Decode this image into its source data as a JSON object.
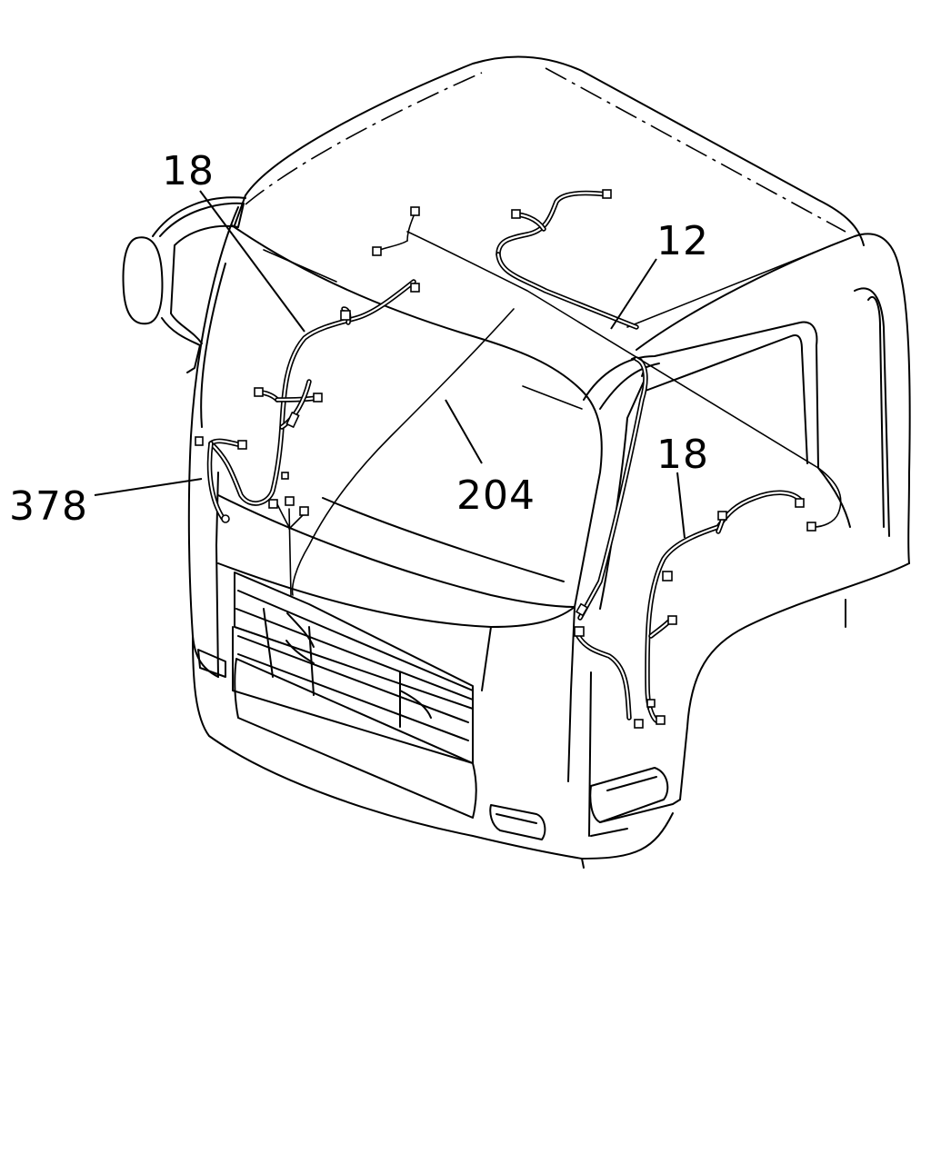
{
  "diagram": {
    "callouts": [
      {
        "id": "c18a",
        "text": "18"
      },
      {
        "id": "c12",
        "text": "12"
      },
      {
        "id": "c18b",
        "text": "18"
      },
      {
        "id": "c204",
        "text": "204"
      },
      {
        "id": "c378",
        "text": "378"
      }
    ]
  }
}
